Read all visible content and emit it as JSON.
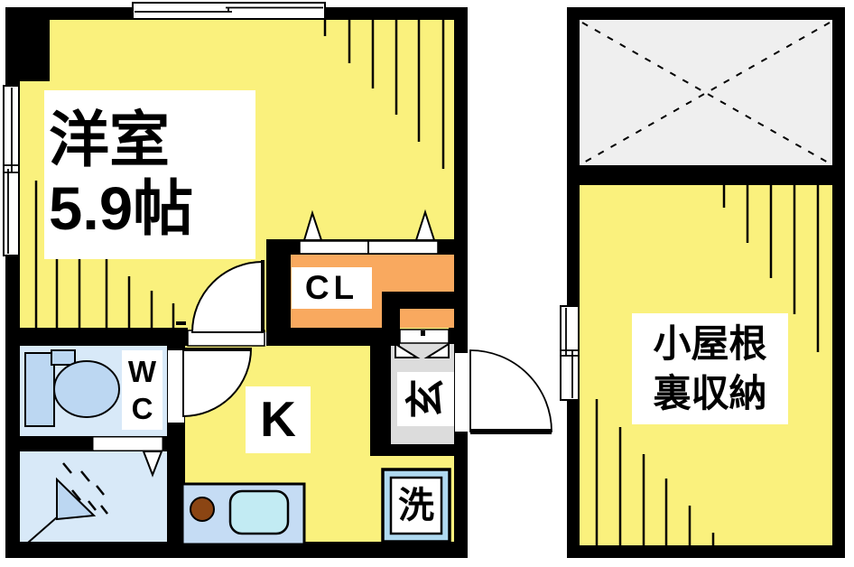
{
  "title": "apartment-floor-plan",
  "labels": {
    "western_room": {
      "line1": "洋室",
      "line2": "5.9帖"
    },
    "closet": "CL",
    "wc": {
      "line1": "W",
      "line2": "C"
    },
    "kitchen": "K",
    "entrance": "玄",
    "laundry": "洗",
    "attic": {
      "line1": "小屋根",
      "line2": "裏収納"
    }
  },
  "colors": {
    "room_yellow": "#FAF17D",
    "closet_orange": "#F9A95F",
    "wet_blue": "#D8E9F8",
    "fixture_blue": "#BCD7F2",
    "entrance_gray": "#DCDCDC",
    "void_gray": "#EFEFEF",
    "counter_blue": "#C5DCF4",
    "sink_cyan": "#C2EBF3",
    "burner_brown": "#8B4513",
    "laundry_frame_blue": "#AFD9F0",
    "wall_black": "#000000"
  }
}
